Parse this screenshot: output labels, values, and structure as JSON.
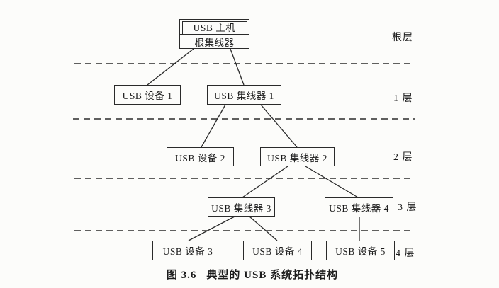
{
  "diagram": {
    "nodes": {
      "root": {
        "title": "USB 主机",
        "subtitle": "根集线器"
      },
      "device1": {
        "label": "USB 设备 1"
      },
      "hub1": {
        "label": "USB 集线器 1"
      },
      "device2": {
        "label": "USB 设备 2"
      },
      "hub2": {
        "label": "USB 集线器 2"
      },
      "hub3": {
        "label": "USB 集线器 3"
      },
      "hub4": {
        "label": "USB 集线器 4"
      },
      "device3": {
        "label": "USB 设备 3"
      },
      "device4": {
        "label": "USB 设备 4"
      },
      "device5": {
        "label": "USB 设备 5"
      }
    },
    "layer_labels": {
      "root": "根层",
      "layer1": "1 层",
      "layer2": "2 层",
      "layer3": "3 层",
      "layer4": "4 层"
    },
    "caption": {
      "figure_number": "图 3.6",
      "title": "典型的 USB 系统拓扑结构"
    },
    "colors": {
      "line": "#2b2b2b",
      "text": "#1c1c1c",
      "background": "#fcfcfa"
    }
  }
}
